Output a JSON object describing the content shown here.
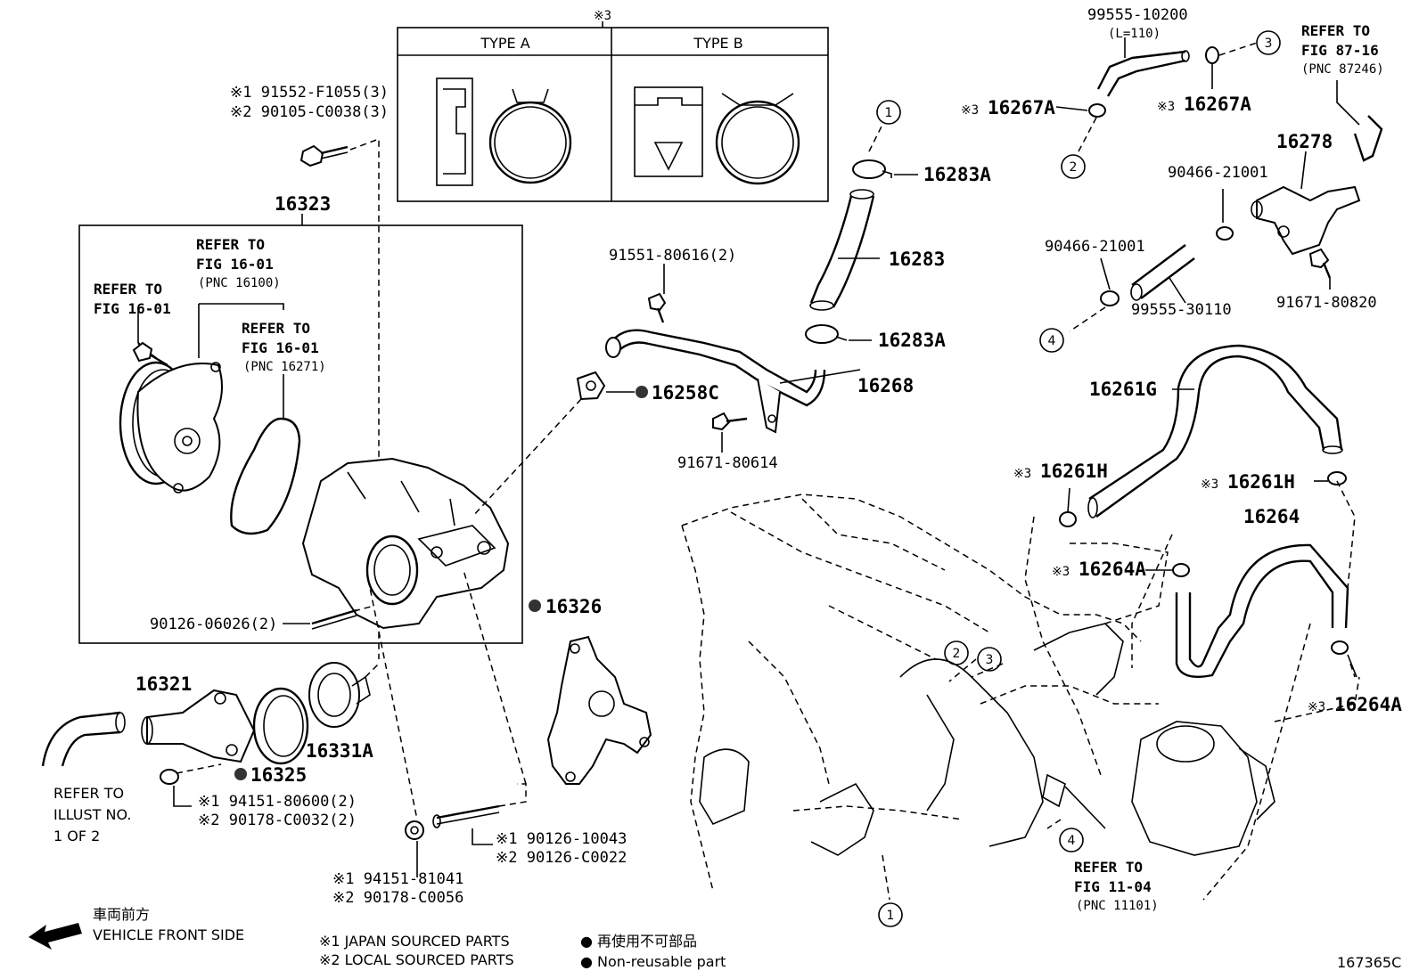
{
  "diagram_id": "167365C",
  "note_mark_3": "※3",
  "types": {
    "a": "TYPE A",
    "b": "TYPE B"
  },
  "labels": {
    "bolt_91552": "※1 91552-F1055(3)",
    "bolt_90105": "※2 90105-C0038(3)",
    "p16323": "16323",
    "refer_16100_a": "REFER TO",
    "refer_16100_b": "FIG 16-01",
    "refer_16100_c": "(PNC 16100)",
    "refer_1601_a": "REFER TO",
    "refer_1601_b": "FIG 16-01",
    "refer_16271_a": "REFER TO",
    "refer_16271_b": "FIG 16-01",
    "refer_16271_c": "(PNC 16271)",
    "p90126_06026": "90126-06026(2)",
    "p16321": "16321",
    "p16325": "16325",
    "p16331A": "16331A",
    "p94151_80600": "※1 94151-80600(2)",
    "p90178_C0032": "※2 90178-C0032(2)",
    "refer_illust_a": "REFER TO",
    "refer_illust_b": "ILLUST NO.",
    "refer_illust_c": "1 OF 2",
    "p90126_10043": "※1 90126-10043",
    "p90126_C0022": "※2 90126-C0022",
    "p94151_81041": "※1 94151-81041",
    "p90178_C0056": "※2 90178-C0056",
    "p16326": "16326",
    "p16258C": "16258C",
    "p91551_80616": "91551-80616(2)",
    "p16268": "16268",
    "p91671_80614": "91671-80614",
    "p16283A_top": "16283A",
    "p16283": "16283",
    "p16283A_bot": "16283A",
    "p99555_10200": "99555-10200",
    "p99555_10200_len": "(L=110)",
    "p16267A_left": "16267A",
    "p16267A_right": "16267A",
    "refer_8716_a": "REFER TO",
    "refer_8716_b": "FIG 87-16",
    "refer_8716_c": "(PNC 87246)",
    "p16278": "16278",
    "p90466_21001_a": "90466-21001",
    "p90466_21001_b": "90466-21001",
    "p99555_30110": "99555-30110",
    "p91671_80820": "91671-80820",
    "p16261G": "16261G",
    "p16261H_left": "16261H",
    "p16261H_right": "16261H",
    "p16264": "16264",
    "p16264A_left": "16264A",
    "p16264A_right": "16264A",
    "refer_1104_a": "REFER TO",
    "refer_1104_b": "FIG 11-04",
    "refer_1104_c": "(PNC 11101)"
  },
  "callouts": [
    "1",
    "2",
    "3",
    "4"
  ],
  "legend": {
    "front_jp": "車両前方",
    "front_en": "VEHICLE FRONT SIDE",
    "note1": "※1  JAPAN SOURCED PARTS",
    "note2": "※2  LOCAL SOURCED PARTS",
    "nonreuse_jp": "● 再使用不可部品",
    "nonreuse_en": "● Non-reusable part"
  }
}
